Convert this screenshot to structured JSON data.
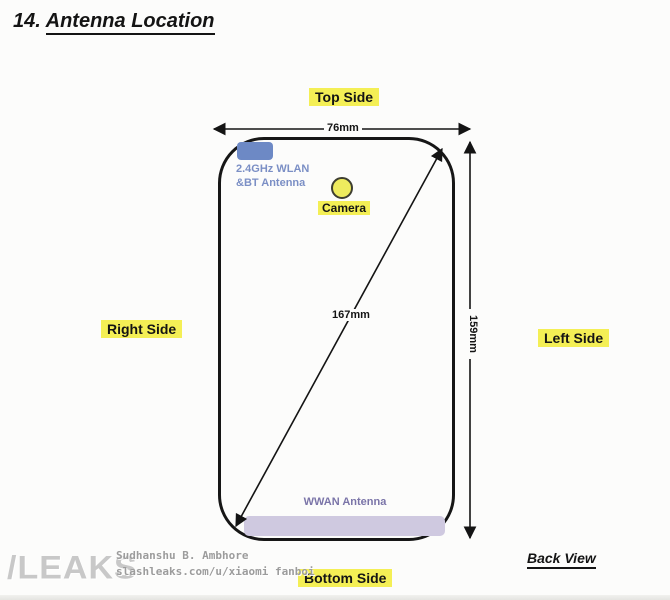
{
  "page": {
    "title_number": "14.",
    "title_text": "Antenna Location"
  },
  "labels": {
    "top_side": "Top Side",
    "right_side": "Right Side",
    "left_side": "Left Side",
    "bottom_side": "Bottom Side",
    "back_view": "Back View"
  },
  "diagram": {
    "width_dimension": "76mm",
    "height_dimension": "159mm",
    "diagonal_dimension": "167mm",
    "wlan_antenna_label": "2.4GHz WLAN\n&BT Antenna",
    "camera_label": "Camera",
    "wwan_antenna_label": "WWAN Antenna"
  },
  "watermark": {
    "logo": "/LEAKS",
    "author": "Sudhanshu B. Ambhore",
    "profile": "slashleaks.com/u/xiaomi fanboi"
  },
  "colors": {
    "highlight_yellow": "#f4ef55",
    "camera_yellow": "#eeeb5e",
    "wlan_block_blue": "#6d89c5",
    "wlan_text_blue": "#7b8fc5",
    "wwan_block_lavender": "#cfc9e0",
    "wwan_text_purple": "#7a74a8",
    "outline_black": "#161616",
    "watermark_gray": "#c8c8c8"
  }
}
